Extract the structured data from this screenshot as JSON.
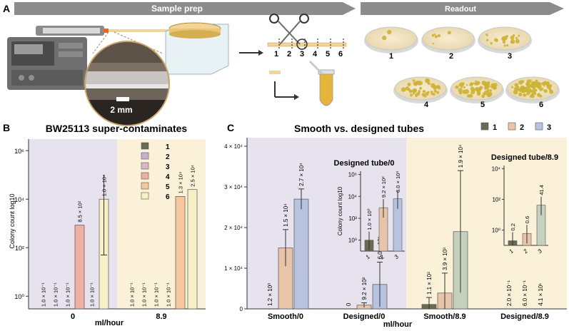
{
  "panel_a": {
    "letter": "A",
    "sample_prep_label": "Sample prep",
    "readout_label": "Readout",
    "scale_bar_label": "2 mm",
    "tube_segments": [
      "1",
      "2",
      "3",
      "4",
      "5",
      "6"
    ],
    "plate_labels": [
      "1",
      "2",
      "3",
      "4",
      "5",
      "6"
    ],
    "colors": {
      "arrow_banner": "#8c8c8c",
      "agar": "#f3e6c4",
      "colony": "#cdb233",
      "tube": "#f0d49a",
      "pump": "#6f6f6f",
      "culture": "#e5b53a"
    }
  },
  "colors": {
    "purple_bg": "#e7e3ee",
    "yellow_bg": "#fbf1d8",
    "series": [
      "#6a6a52",
      "#c9aed1",
      "#d9b7c8",
      "#eeb0a6",
      "#f6c79a",
      "#f7f0c6"
    ],
    "smooth_bar": "#e8c4a8",
    "designed_bar": "#b8c3df",
    "tube3_bar": "#c5d0bd"
  },
  "chart_data": [
    {
      "type": "bar",
      "letter": "B",
      "title": "BW25113 super-contaminates",
      "ylabel": "Colony count log10",
      "xlabel": "ml/hour",
      "categories": [
        "0",
        "8.9"
      ],
      "yscale": "log",
      "yticks": [
        "10⁰",
        "10²",
        "10⁴",
        "10⁶"
      ],
      "ylim": [
        0.3,
        3000000
      ],
      "legend_title": "",
      "series": [
        {
          "name": "1",
          "values": [
            0.1,
            0.1
          ],
          "labels": [
            "1.0 × 10⁻¹",
            "1.0 × 10⁻¹"
          ]
        },
        {
          "name": "2",
          "values": [
            0.1,
            0.1
          ],
          "labels": [
            "1.0 × 10⁻¹",
            "1.0 × 10⁻¹"
          ]
        },
        {
          "name": "3",
          "values": [
            0.1,
            0.1
          ],
          "labels": [
            "1.0 × 10⁻¹",
            "1.0 × 10⁻¹"
          ]
        },
        {
          "name": "4",
          "values": [
            850,
            0.1
          ],
          "labels": [
            "8.5 × 10²",
            "1.0 × 10⁻¹"
          ]
        },
        {
          "name": "5",
          "values": [
            0.1,
            13000
          ],
          "labels": [
            "1.0 × 10⁻¹",
            "1.3 × 10⁴"
          ]
        },
        {
          "name": "6",
          "values": [
            10000,
            25000
          ],
          "labels": [
            "1.0 × 10⁴",
            "2.5 × 10⁴"
          ]
        }
      ]
    },
    {
      "type": "bar",
      "letter": "C",
      "title": "Smooth vs. designed tubes",
      "xlabel": "ml/hour",
      "categories": [
        "Smooth/0",
        "Designed/0",
        "Smooth/8.9",
        "Designed/8.9"
      ],
      "yticks": [
        "0",
        "1 × 10⁴",
        "2 × 10⁴",
        "3 × 10⁴",
        "4 × 10⁴"
      ],
      "ylim": [
        0,
        40000
      ],
      "series": [
        {
          "name": "1",
          "values": [
            1.2,
            0,
            1100,
            0.2
          ],
          "labels": [
            "1.2 × 10⁰",
            "0",
            "1.1 × 10³",
            "2.0 × 10⁻¹"
          ]
        },
        {
          "name": "2",
          "values": [
            15000,
            920,
            3900,
            0.6
          ],
          "labels": [
            "1.5 × 10⁴",
            "9.2 × 10²",
            "3.9 × 10³",
            "6.0 × 10⁻¹"
          ]
        },
        {
          "name": "3",
          "values": [
            27000,
            6000,
            19000,
            41.4
          ],
          "labels": [
            "2.7 × 10⁴",
            "6.0 × 10³",
            "1.9 × 10⁴",
            "4.1 × 10¹"
          ]
        }
      ],
      "insets": [
        {
          "title": "Designed tube/0",
          "ylabel": "Colony count log10",
          "yticks": [
            "10⁰",
            "10²",
            "10⁴",
            "10⁶"
          ],
          "categories": [
            "1",
            "2",
            "3"
          ],
          "values": [
            1,
            920,
            6000
          ],
          "labels": [
            "1.0 × 10⁰",
            "9.2 × 10²",
            "6.0 × 10³"
          ]
        },
        {
          "title": "Designed tube/8.9",
          "yticks": [
            "10⁰",
            "10²",
            "10⁴"
          ],
          "categories": [
            "1",
            "2",
            "3"
          ],
          "values": [
            0.2,
            0.6,
            41.4
          ],
          "labels": [
            "0.2",
            "0.6",
            "41.4"
          ]
        }
      ]
    }
  ]
}
